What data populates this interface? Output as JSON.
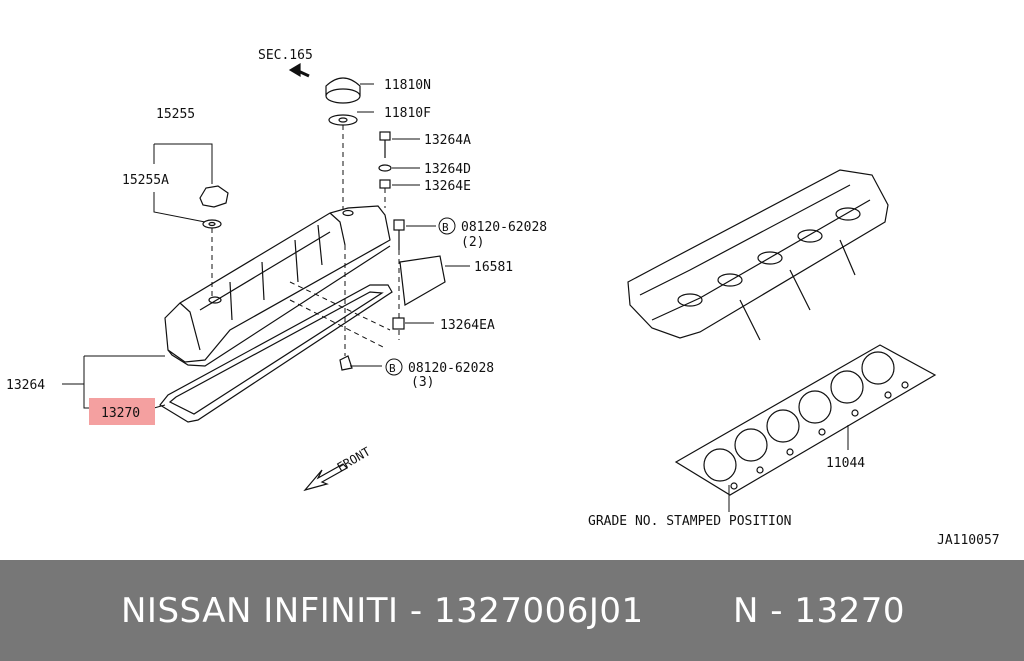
{
  "labels": {
    "sec165": "SEC.165",
    "p11810n": "11810N",
    "p11810f": "11810F",
    "p15255": "15255",
    "p15255a": "15255A",
    "p13264a": "13264A",
    "p13264d": "13264D",
    "p13264e": "13264E",
    "bolt1_symbol": "B",
    "bolt1_part": "08120-62028",
    "bolt1_qty": "(2)",
    "p16581": "16581",
    "p13264ea": "13264EA",
    "bolt2_symbol": "B",
    "bolt2_part": "08120-62028",
    "bolt2_qty": "(3)",
    "p13264": "13264",
    "p13270": "13270",
    "p11044": "11044",
    "front": "FRONT",
    "grade_note": "GRADE NO. STAMPED POSITION",
    "diagram_code": "JA110057"
  },
  "highlight_color": "#f4a0a0",
  "footer": {
    "brand": "NISSAN  INFINITI - 1327006J01",
    "ref": "N - 13270"
  }
}
